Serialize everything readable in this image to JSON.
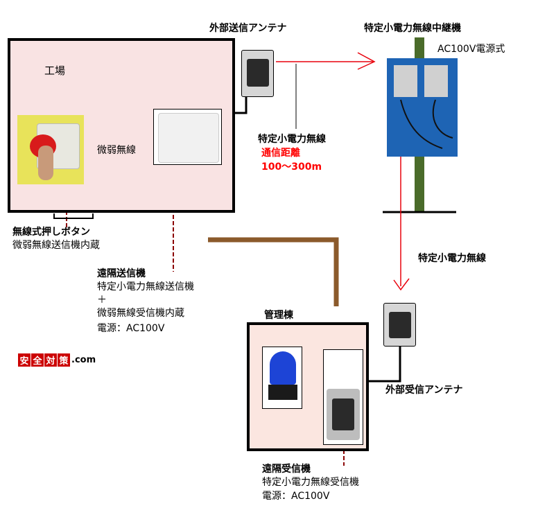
{
  "factory": {
    "title": "工場"
  },
  "labels": {
    "weak_wireless": "微弱無線",
    "ext_tx_antenna": "外部送信アンテナ",
    "relay": "特定小電力無線中継機",
    "ac_power": "AC100V電源式",
    "tokutei_1": "特定小電力無線",
    "range_title": "通信距離",
    "range_value": "100～300m",
    "tokutei_2": "特定小電力無線",
    "ext_rx_antenna": "外部受信アンテナ",
    "management": "管理棟"
  },
  "button_desc": {
    "title": "無線式押しボタン",
    "sub": "微弱無線送信機内蔵"
  },
  "transmitter_desc": {
    "title": "遠隔送信機",
    "line1": "特定小電力無線送信機",
    "plus": "＋",
    "line2": "微弱無線受信機内蔵",
    "power": "電源：AC100V"
  },
  "receiver_desc": {
    "title": "遠隔受信機",
    "line1": "特定小電力無線受信機",
    "power": "電源：AC100V"
  },
  "logo": {
    "chars": [
      "安",
      "全",
      "対",
      "策"
    ],
    "suffix": ".com"
  },
  "colors": {
    "factory_bg": "#f9e3e3",
    "mgmt_bg": "#fbe6e0",
    "link_red": "#e8000b",
    "pole": "#4a6b2a",
    "wall": "#8b5a2b"
  }
}
